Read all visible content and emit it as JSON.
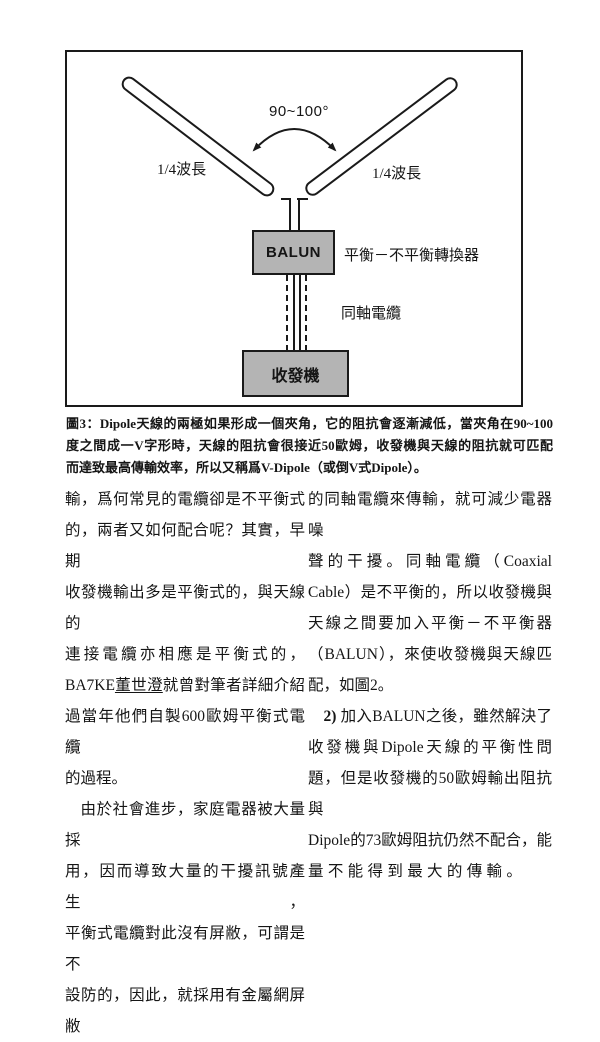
{
  "diagram": {
    "angle_label": "90~100°",
    "arm_label_left": "1/4波長",
    "arm_label_right": "1/4波長",
    "balun_box_label": "BALUN",
    "balun_description": "平衡－不平衡轉換器",
    "coax_label": "同軸電纜",
    "transceiver_label": "收發機",
    "box_fill_color": "#b4b4b4",
    "line_color": "#1a1a1a"
  },
  "figure_caption": {
    "lines": [
      {
        "cls": "",
        "runs": [
          {
            "t": "圖3：Dipole天線的兩極如果形成一個夾角，它的阻抗會逐漸減低，當夾角在90~100"
          }
        ]
      },
      {
        "cls": "",
        "runs": [
          {
            "t": "度之間成一V字形時，天線的阻抗會很接近50歐姆，收發機與天線的阻抗就可匹配"
          }
        ]
      },
      {
        "cls": "end",
        "runs": [
          {
            "t": "而達致最高傳輸效率，所以又稱爲V-Dipole（或倒V式Dipole）。"
          }
        ]
      }
    ]
  },
  "columns": {
    "left": {
      "lines": [
        {
          "cls": "",
          "runs": [
            {
              "t": "輸，爲何常見的電纜卻是不平衡式"
            }
          ]
        },
        {
          "cls": "",
          "runs": [
            {
              "t": "的，兩者又如何配合呢？其實，早期"
            }
          ]
        },
        {
          "cls": "",
          "runs": [
            {
              "t": "收發機輸出多是平衡式的，與天線的"
            }
          ]
        },
        {
          "cls": "",
          "runs": [
            {
              "t": "連接電纜亦相應是平衡式的，"
            }
          ]
        },
        {
          "cls": "",
          "runs": [
            {
              "t": "BA7KE"
            },
            {
              "t": "董世澄",
              "u": true
            },
            {
              "t": "就曾對筆者詳細介紹"
            }
          ]
        },
        {
          "cls": "",
          "runs": [
            {
              "t": "過當年他們自製600歐姆平衡式電纜"
            }
          ]
        },
        {
          "cls": "end",
          "runs": [
            {
              "t": "的過程。"
            }
          ]
        },
        {
          "cls": "indent",
          "runs": [
            {
              "t": "由於社會進步，家庭電器被大量採"
            }
          ]
        },
        {
          "cls": "",
          "runs": [
            {
              "t": "用，因而導致大量的干擾訊號產生，"
            }
          ]
        },
        {
          "cls": "",
          "runs": [
            {
              "t": "平衡式電纜對此沒有屏敝，可謂是不"
            }
          ]
        },
        {
          "cls": "",
          "runs": [
            {
              "t": "設防的，因此，就採用有金屬網屏敝"
            }
          ]
        }
      ]
    },
    "right": {
      "lines": [
        {
          "cls": "",
          "runs": [
            {
              "t": "的同軸電纜來傳輸，就可減少電器噪"
            }
          ]
        },
        {
          "cls": "",
          "runs": [
            {
              "t": "聲的干擾。同軸電纜（Coaxial"
            }
          ]
        },
        {
          "cls": "",
          "runs": [
            {
              "t": "Cable）是不平衡的，所以收發機與"
            }
          ]
        },
        {
          "cls": "",
          "runs": [
            {
              "t": "天線之間要加入平衡－不平衡器"
            }
          ]
        },
        {
          "cls": "",
          "runs": [
            {
              "t": "（BALUN），來使收發機與天線匹"
            }
          ]
        },
        {
          "cls": "end",
          "runs": [
            {
              "t": "配，如圖2。"
            }
          ]
        },
        {
          "cls": "indent",
          "runs": [
            {
              "t": "2)",
              "b": true
            },
            {
              "t": " 加入BALUN之後，雖然解決了"
            }
          ]
        },
        {
          "cls": "",
          "runs": [
            {
              "t": "收發機與Dipole天線的平衡性問"
            }
          ]
        },
        {
          "cls": "",
          "runs": [
            {
              "t": "題，但是收發機的50歐姆輸出阻抗與"
            }
          ]
        },
        {
          "cls": "",
          "runs": [
            {
              "t": "Dipole的73歐姆阻抗仍然不配合，能"
            }
          ]
        },
        {
          "cls": "end",
          "ls": "0.28em",
          "runs": [
            {
              "t": "量不能得到最大的傳輸。"
            }
          ]
        }
      ]
    }
  }
}
